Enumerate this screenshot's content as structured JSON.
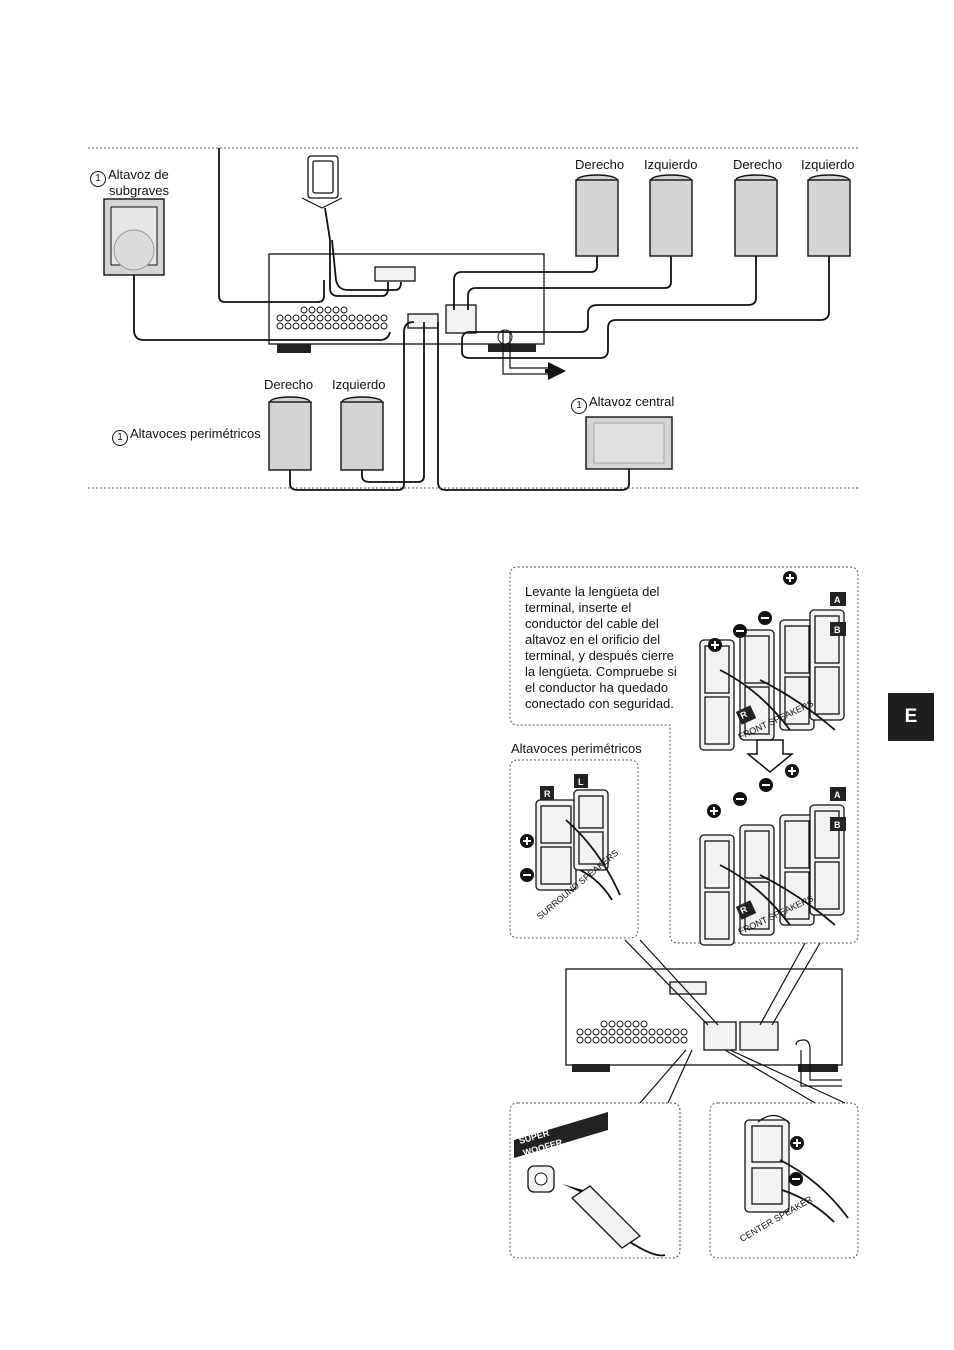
{
  "top_diagram": {
    "subwoofer": {
      "number": "1",
      "label_line1": "Altavoz de",
      "label_line2": "subgraves"
    },
    "front_a": {
      "right": "Derecho",
      "left": "Izquierdo"
    },
    "front_b": {
      "right": "Derecho",
      "left": "Izquierdo"
    },
    "surround": {
      "number": "1",
      "label": "Altavoces perimétricos",
      "right": "Derecho",
      "left": "Izquierdo"
    },
    "center": {
      "number": "1",
      "label": "Altavoz central"
    }
  },
  "instruction_panel": {
    "text": "Levante la lengüeta del terminal, inserte el conductor del cable del altavoz en el orificio del terminal, y después cierre la lengüeta. Compruebe si el conductor ha quedado conectado con seguridad.",
    "terminal_labels": {
      "a": "A",
      "b": "B",
      "r": "R",
      "l": "L",
      "front_speakers": "FRONT SPEAKERS"
    }
  },
  "surround_panel": {
    "title": "Altavoces perimétricos",
    "r": "R",
    "l": "L",
    "terminal_text": "SURROUND SPEAKERS"
  },
  "subwoofer_panel": {
    "jack_label": "SUPER WOOFER"
  },
  "center_panel": {
    "terminal_text": "CENTER SPEAKER"
  },
  "side_tab": {
    "letter": "E"
  }
}
